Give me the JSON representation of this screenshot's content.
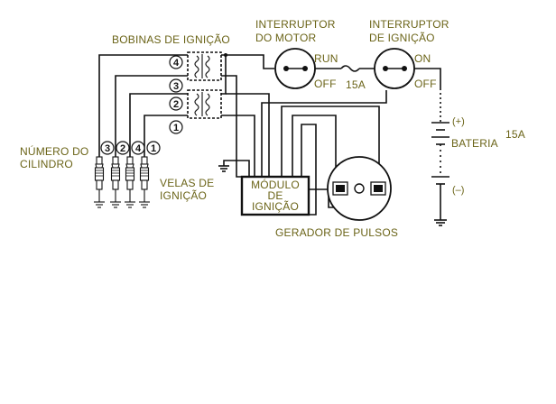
{
  "labels": {
    "coils": "BOBINAS DE IGNIÇÃO",
    "engine_switch_1": "INTERRUPTOR",
    "engine_switch_2": "DO MOTOR",
    "ignition_switch_1": "INTERRUPTOR",
    "ignition_switch_2": "DE IGNIÇÃO",
    "cylinder_1": "NÚMERO DO",
    "cylinder_2": "CILINDRO",
    "plugs_1": "VELAS DE",
    "plugs_2": "IGNIÇÃO",
    "module_1": "MÓDULO",
    "module_2": "DE",
    "module_3": "IGNIÇÃO",
    "pulse_generator": "GERADOR DE PULSOS",
    "battery": "BATERIA",
    "battery_fuse": "15A",
    "fuse": "15A",
    "plus": "(+)",
    "minus": "(–)"
  },
  "engine_switch": {
    "on_label": "RUN",
    "off_label": "OFF"
  },
  "ignition_switch": {
    "on_label": "ON",
    "off_label": "OFF"
  },
  "coil_numbers": [
    "4",
    "3",
    "2",
    "1"
  ],
  "cylinder_numbers": [
    "3",
    "2",
    "4",
    "1"
  ]
}
